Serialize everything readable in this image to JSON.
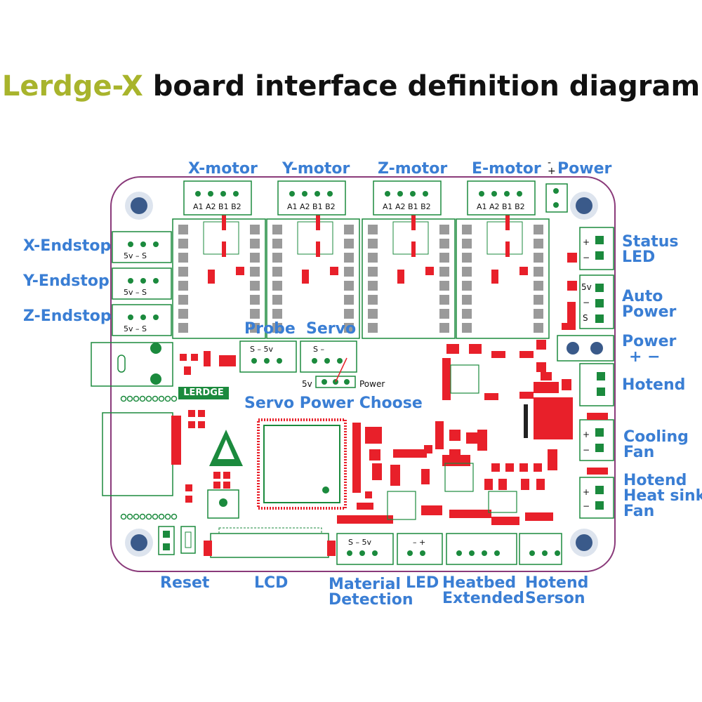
{
  "title": {
    "brand": "Lerdge-X",
    "rest": " board interface definition diagram"
  },
  "motors": [
    {
      "label": "X-motor",
      "pins": "A1 A2 B1 B2"
    },
    {
      "label": "Y-motor",
      "pins": "A1 A2 B1 B2"
    },
    {
      "label": "Z-motor",
      "pins": "A1 A2 B1 B2"
    },
    {
      "label": "E-motor",
      "pins": "A1 A2 B1 B2"
    }
  ],
  "power_top": {
    "label": "Power",
    "minus": "-",
    "plus": "+"
  },
  "endstops": [
    {
      "label": "X-Endstop",
      "pins": "5v  –  S"
    },
    {
      "label": "Y-Endstop",
      "pins": "5v  –  S"
    },
    {
      "label": "Z-Endstop",
      "pins": "5v  –  S"
    }
  ],
  "probe": {
    "label": "Probe",
    "pins": "S  –  5v"
  },
  "servo": {
    "label": "Servo",
    "pins": "S  –"
  },
  "servo_power": {
    "left": "5v",
    "right": "Power",
    "label": "Servo Power Choose"
  },
  "board_logo": "LERDGE",
  "right_labels": {
    "status_led": [
      "Status",
      "LED"
    ],
    "auto_power": [
      "Auto",
      "Power"
    ],
    "power": [
      "Power",
      "+  −"
    ],
    "hotend": "Hotend",
    "cooling_fan": [
      "Cooling",
      "Fan"
    ],
    "heatsink_fan": [
      "Hotend",
      "Heat sink",
      "Fan"
    ]
  },
  "right_pins": {
    "plus": "+",
    "minus": "−",
    "fivev": "5v",
    "s": "S"
  },
  "bottom_labels": {
    "reset": "Reset",
    "lcd": "LCD",
    "material": [
      "Material",
      "Detection"
    ],
    "led": "LED",
    "heatbed": [
      "Heatbed",
      "Extended"
    ],
    "hotend_sensor": [
      "Hotend",
      "Serson"
    ]
  },
  "bottom_pins": {
    "material": "S  –  5v",
    "led": "–  +"
  },
  "colors": {
    "label": "#3a7ed4",
    "brand": "#a8b42c",
    "trace": "#1b8a3d",
    "pad": "#e8202a",
    "outline": "#8a3a7a",
    "hole": "#3a5a8a"
  }
}
